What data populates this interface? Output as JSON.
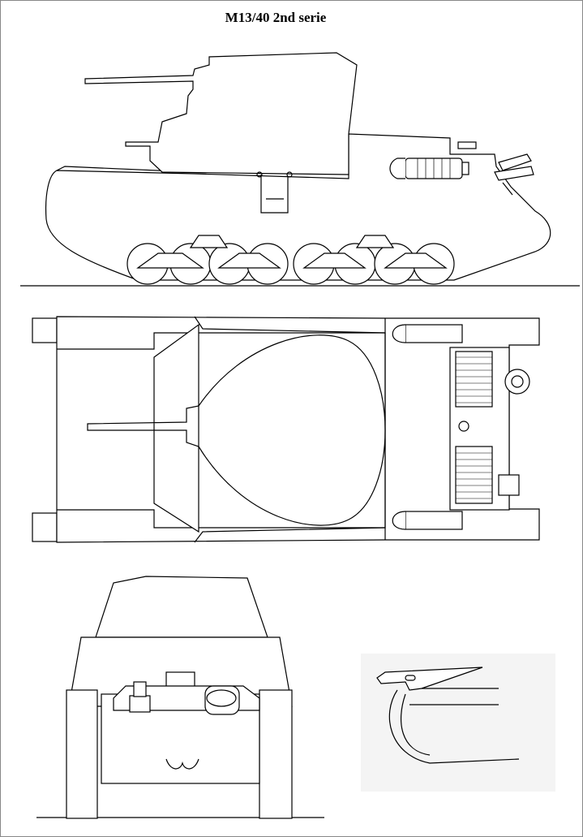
{
  "title": "M13/40 2nd serie",
  "views": [
    "side-view",
    "top-view",
    "front-view",
    "track-guard-detail"
  ]
}
